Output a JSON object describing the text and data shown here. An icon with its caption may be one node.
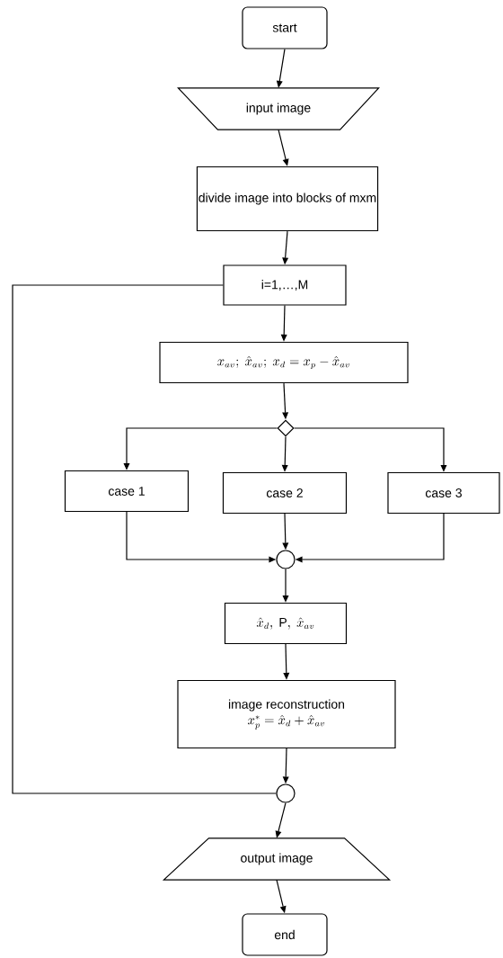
{
  "diagram": {
    "nodes": [
      {
        "text": [
          "start"
        ]
      },
      {
        "text": [
          "input image"
        ]
      },
      {
        "text": [
          "divide image into blocks of mxm"
        ]
      },
      {
        "text": [
          "i=1,…,M"
        ]
      },
      {
        "text": [
          "x_{av};\\ \\hat{x}_{av};\\ x_d = x_p - \\hat{x}_{av}"
        ]
      },
      {
        "text": [],
        "shape": "diamond"
      },
      {
        "text": [
          "case 1"
        ]
      },
      {
        "text": [
          "case 2"
        ]
      },
      {
        "text": [
          "case 3"
        ]
      },
      {
        "text": [],
        "shape": "circle"
      },
      {
        "text": [
          "\\hat{x}_d,\\ \\mathrm{P},\\ \\hat{x}_{av}"
        ]
      },
      {
        "text": [
          "image reconstruction",
          "x_p^{*} = \\hat{x}_d + \\hat{x}_{av}"
        ]
      },
      {
        "text": [],
        "shape": "circle"
      },
      {
        "text": [
          "output image"
        ]
      },
      {
        "text": [
          "end"
        ]
      }
    ],
    "edges": [
      {
        "from": 0,
        "to": 1,
        "arrow": "to"
      },
      {
        "from": 1,
        "to": 2,
        "arrow": "to"
      },
      {
        "from": 2,
        "to": 3,
        "arrow": "to"
      },
      {
        "from": 3,
        "to": 4,
        "arrow": "to"
      },
      {
        "from": 4,
        "to": 5,
        "arrow": "to"
      },
      {
        "from": 5,
        "to": 6,
        "arrow": "to"
      },
      {
        "from": 5,
        "to": 7,
        "arrow": "to"
      },
      {
        "from": 5,
        "to": 8,
        "arrow": "to"
      },
      {
        "from": 6,
        "to": 9,
        "arrow": "to"
      },
      {
        "from": 7,
        "to": 9,
        "arrow": "to"
      },
      {
        "from": 8,
        "to": 9,
        "arrow": "to"
      },
      {
        "from": 9,
        "to": 10,
        "arrow": "to"
      },
      {
        "from": 10,
        "to": 11,
        "arrow": "to"
      },
      {
        "from": 11,
        "to": 12,
        "arrow": "to"
      },
      {
        "from": 12,
        "to": 3,
        "arrow": "none"
      },
      {
        "from": 12,
        "to": 13,
        "arrow": "to"
      },
      {
        "from": 13,
        "to": 14,
        "arrow": "to"
      }
    ]
  }
}
